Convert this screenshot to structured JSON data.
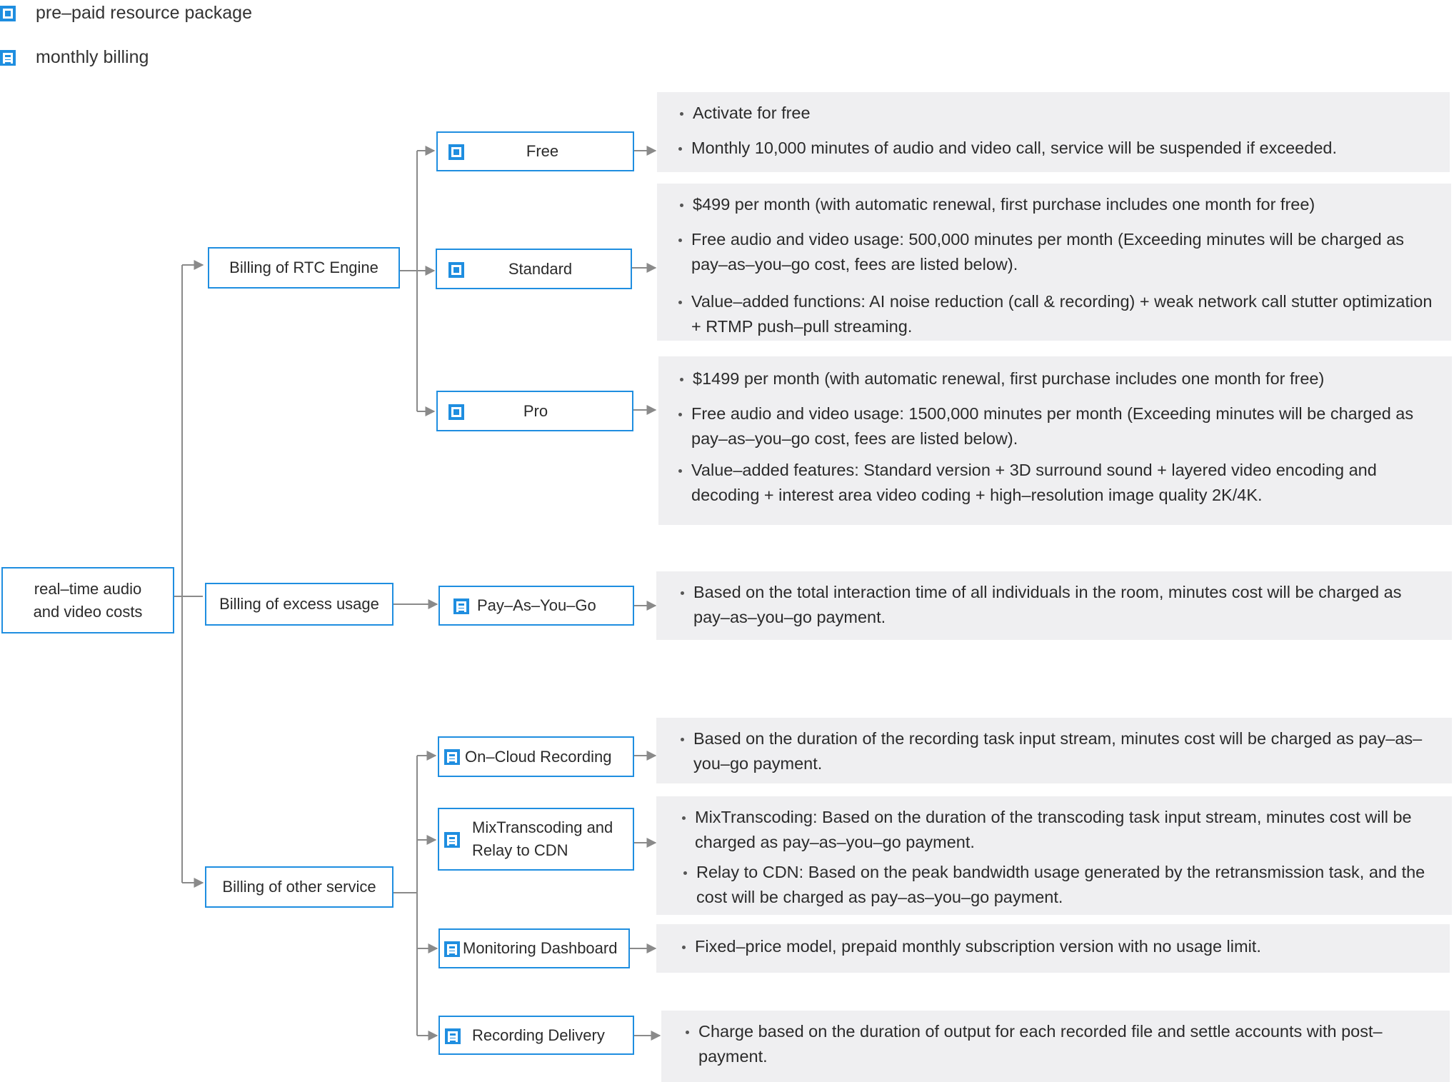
{
  "legend": {
    "prepaid": {
      "label": "pre–paid resource package",
      "icon": "package-icon"
    },
    "monthly": {
      "label": "monthly billing",
      "icon": "calendar-month-icon"
    }
  },
  "root": {
    "label_line1": "real–time audio",
    "label_line2": "and video costs"
  },
  "categories": {
    "rtc": "Billing of RTC Engine",
    "excess": "Billing of excess usage",
    "other": "Billing of other service"
  },
  "plans": {
    "free": "Free",
    "standard": "Standard",
    "pro": "Pro",
    "payg": "Pay–As–You–Go",
    "recording": "On–Cloud Recording",
    "mix_line1": "MixTranscoding and",
    "mix_line2": "Relay to CDN",
    "monitoring": "Monitoring Dashboard",
    "delivery": "Recording Delivery"
  },
  "details": {
    "free": [
      "Activate for free",
      "Monthly 10,000 minutes of audio and video call, service will be suspended if exceeded."
    ],
    "standard": [
      "$499 per month (with automatic renewal, first purchase includes one month for free)",
      "Free audio and video usage: 500,000 minutes per month (Exceeding minutes will be charged as pay–as–you–go cost, fees are listed below).",
      "Value–added functions: AI noise reduction (call & recording) + weak network call stutter optimization + RTMP push–pull streaming."
    ],
    "pro": [
      "$1499 per month (with automatic renewal, first purchase includes one month for free)",
      "Free audio and video usage: 1500,000 minutes per month (Exceeding minutes will be charged as pay–as–you–go cost, fees are listed below).",
      "Value–added features: Standard version + 3D surround sound + layered video encoding and decoding + interest area video coding + high–resolution image quality 2K/4K."
    ],
    "payg": [
      "Based on the total interaction time of all individuals in the room, minutes cost will be charged as pay–as–you–go payment."
    ],
    "recording": [
      "Based on the duration of the recording task input stream, minutes cost will be charged as pay–as–you–go payment."
    ],
    "mix": [
      "MixTranscoding: Based on the duration of the transcoding task input stream, minutes cost will be charged as pay–as–you–go payment.",
      "Relay to CDN: Based on the peak bandwidth usage generated by the retransmission task, and the cost will be charged as pay–as–you–go payment."
    ],
    "monitoring": [
      "Fixed–price model, prepaid monthly subscription version with no usage limit."
    ],
    "delivery": [
      "Charge based on the duration of output for each recorded file and settle accounts with post–payment."
    ]
  },
  "colors": {
    "accent": "#1f8ee0",
    "connector": "#8a8a8a",
    "panel": "#efeff1"
  }
}
